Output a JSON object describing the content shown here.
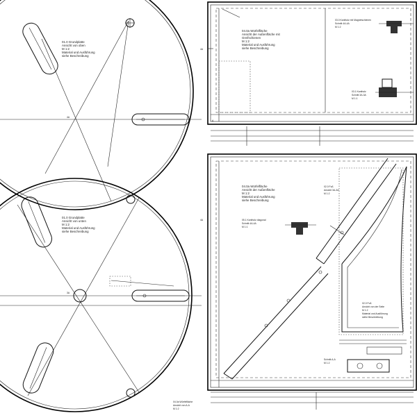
{
  "drawing": {
    "notes": {
      "plate_top": [
        "01.0 Grundplatte",
        "Ansicht von oben",
        "M 1:2",
        "Material und Ausführung",
        "siehe Beschreibung"
      ],
      "plate_bottom": [
        "01.0 Grundplatte",
        "Ansicht von unten",
        "M 1:2",
        "Material und Ausführung",
        "siehe Beschreibung"
      ],
      "cube_face_top": [
        "04.0a Würfelfläche",
        "Ansicht der Außenfläche mit",
        "Greifschienen",
        "M 1:2",
        "Material und Ausführung",
        "siehe Beschreibung"
      ],
      "cube_face_mid": [
        "04.0a Würfelfläche",
        "Ansicht der Außenfläche",
        "M 1:2",
        "Material und Ausführung",
        "siehe Beschreibung"
      ],
      "cube_face_bottom": [
        "04.0a Würfelfläche",
        "Ansicht von A-A",
        "M 1:2"
      ],
      "section_magnet": [
        "03.0 Kantholz mit Magnetschienen",
        "Schnitt 4A-4A",
        "M 1:2"
      ],
      "section_kantholz": [
        "03.1 Kantholz",
        "Schnitt 3A-3A",
        "M 1:1"
      ],
      "section_kantholz_mid": [
        "05.1 Kantholz diagonal",
        "Schnitt 4A-4A",
        "M 1:1"
      ],
      "foot_top": [
        "02.0 Fuß",
        "Ansicht 3A-3A",
        "M 1:2"
      ],
      "foot_side": [
        "02.0 Fuß",
        "Ansicht von der Seite",
        "M 1:2",
        "Material und Ausführung",
        "siehe Beschreibung"
      ],
      "detail_a": [
        "Schnitt A-A",
        "M 1:2"
      ]
    },
    "labels": {
      "axis_a": "4A",
      "axis_b": "3A",
      "axis_c": "A"
    }
  }
}
